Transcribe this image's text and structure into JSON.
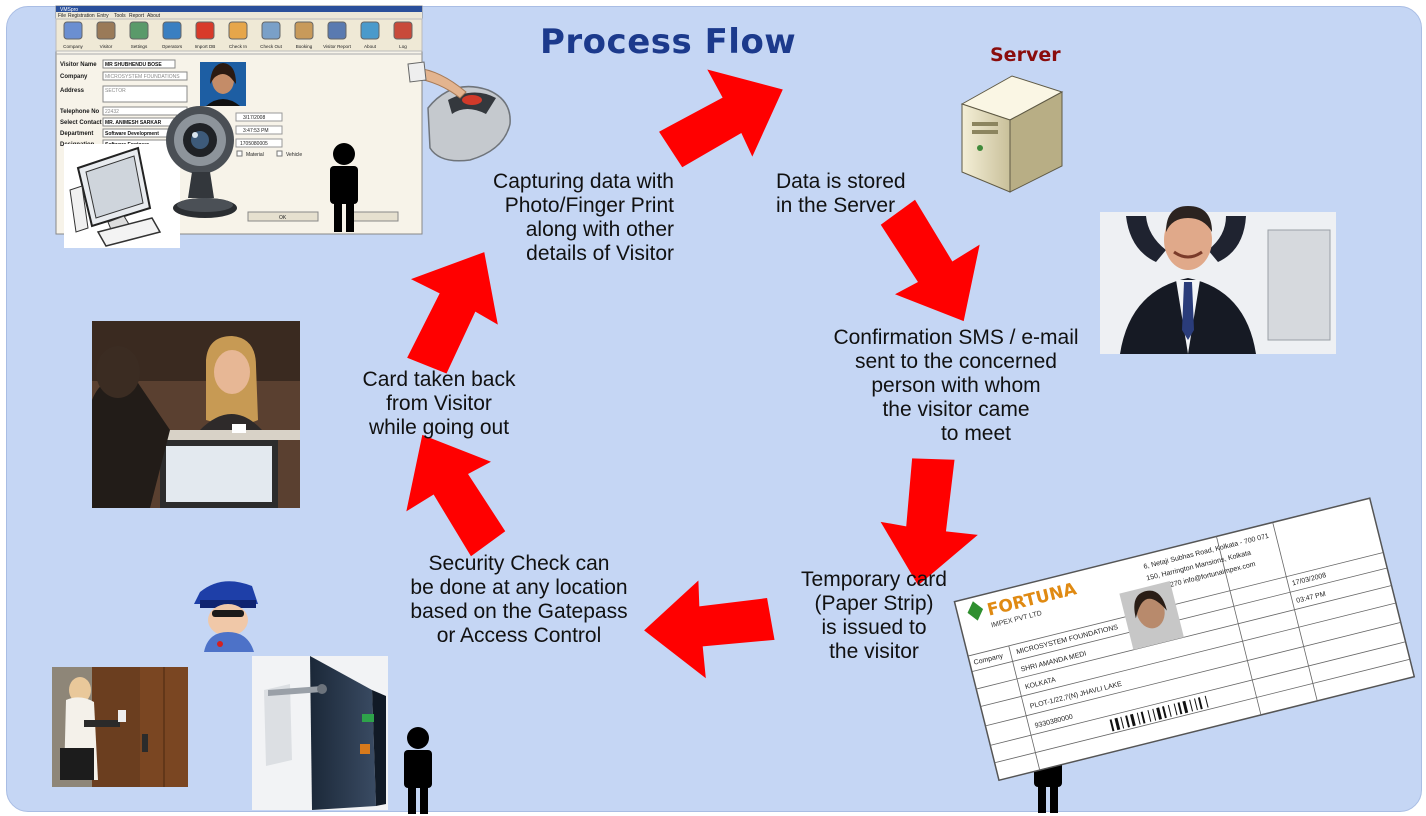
{
  "title": "Process Flow",
  "server_label": "Server",
  "colors": {
    "background": "#c5d6f4",
    "arrow": "#ff0000",
    "title": "#1c3a8c",
    "server_label": "#8a0c0c"
  },
  "steps": [
    {
      "id": "capture",
      "lines": [
        "Capturing data with",
        "Photo/Finger Print",
        "along with other",
        "details of Visitor"
      ]
    },
    {
      "id": "store",
      "lines": [
        "Data is stored",
        "in the Server"
      ]
    },
    {
      "id": "confirm",
      "lines": [
        "Confirmation SMS / e-mail",
        "sent to the concerned",
        "person with whom",
        "the visitor came",
        "to meet"
      ]
    },
    {
      "id": "issue",
      "lines": [
        "Temporary card",
        "(Paper Strip)",
        "is issued to",
        "the visitor"
      ]
    },
    {
      "id": "security",
      "lines": [
        "Security Check can",
        "be done at any location",
        "based on the Gatepass",
        "or Access Control"
      ]
    },
    {
      "id": "return",
      "lines": [
        "Card taken back",
        "from Visitor",
        "while going out"
      ]
    }
  ],
  "icons": [
    "software-screenshot-icon",
    "webcam-icon",
    "computer-icon",
    "fingerprint-scanner-icon",
    "server-icon",
    "person-silhouette-icon",
    "businessman-photo-icon",
    "receptionist-photo-icon",
    "visitor-card-icon",
    "security-guard-icon",
    "turnstile-icon",
    "door-access-photo-icon"
  ],
  "card": {
    "brand": "FORTUNA",
    "brand_sub": "IMPEX PVT LTD",
    "addr_line1": "6, Netaji Subhas Road, Kolkata - 700 071",
    "addr_line2": "150, Harrington Mansions, Kolkata",
    "addr_line3": "2282 3270  info@fortunaimpex.com",
    "company_label": "Company",
    "company_value": "MICROSYSTEM FOUNDATIONS",
    "name_value": "SHRI AMANDA MEDI",
    "city_value": "KOLKATA",
    "addr_value": "PLOT-1/22,7(N) JHAVLI LAKE",
    "phone_value": "9330380000",
    "date_value": "17/03/2008",
    "time_value": "03:47 PM"
  },
  "screenshot": {
    "window_title": "VMSpro",
    "menu": [
      "File",
      "Registration",
      "Entry",
      "Tools",
      "Report",
      "About"
    ],
    "toolbar": [
      "Company",
      "Visitor",
      "Settings",
      "Operators",
      "Import DB",
      "Check In",
      "Check Out",
      "Booking",
      "Visitor Report",
      "About",
      "Log"
    ],
    "fields": [
      {
        "label": "Visitor Name",
        "value": "MR SHUBHENDU BOSE"
      },
      {
        "label": "Company",
        "value": "MICROSYSTEM FOUNDATIONS"
      },
      {
        "label": "Address",
        "value": "SECTOR"
      },
      {
        "label": "Telephone No",
        "value": "22432"
      },
      {
        "label": "Select Contact Person",
        "value": "MR. ANIMESH SARKAR"
      },
      {
        "label": "Department",
        "value": "Software Development"
      },
      {
        "label": "Designation",
        "value": "Software Engineer"
      }
    ],
    "side_values": [
      "3/17/2008",
      "3:47:53 PM",
      "1705080005"
    ],
    "checkbox_labels": [
      "Material",
      "Vehicle"
    ],
    "ok_label": "OK"
  }
}
